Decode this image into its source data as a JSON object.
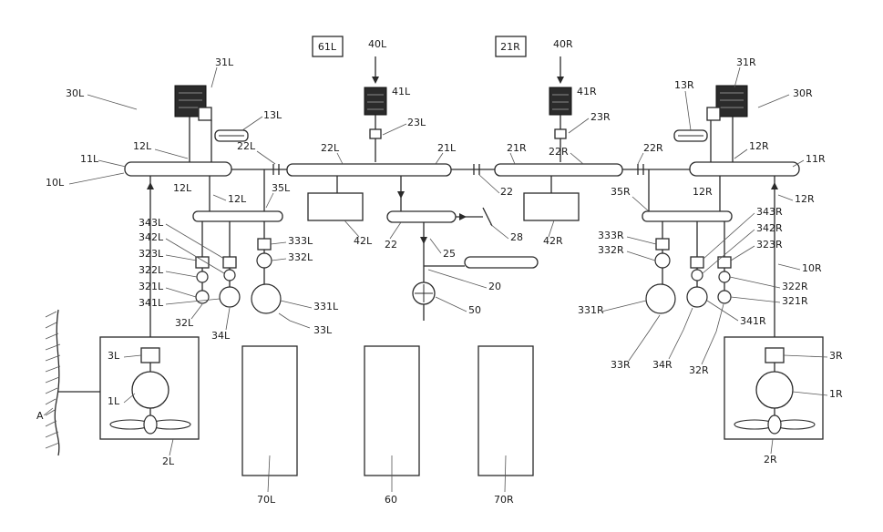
{
  "labels": {
    "box_61l": "61L",
    "box_21r": "21R",
    "l_40l": "40L",
    "l_40r": "40R",
    "l_31l": "31L",
    "l_31r": "31R",
    "l_30l": "30L",
    "l_30r": "30R",
    "l_13l": "13L",
    "l_13r": "13R",
    "l_41l": "41L",
    "l_41r": "41R",
    "l_23l": "23L",
    "l_23r": "23R",
    "l_21l": "21L",
    "l_21r": "21R",
    "l_22l_a": "22L",
    "l_22l_b": "22L",
    "l_22r_a": "22R",
    "l_22r_b": "22R",
    "l_12l_top": "12L",
    "l_12l_a": "12L",
    "l_12l_b": "12L",
    "l_12r_top": "12R",
    "l_12r_a": "12R",
    "l_12r_b": "12R",
    "l_11l": "11L",
    "l_11r": "11R",
    "l_10l": "10L",
    "l_10r": "10R",
    "l_35l": "35L",
    "l_35r": "35R",
    "l_22_a": "22",
    "l_22_b": "22",
    "l_42l": "42L",
    "l_42r": "42R",
    "l_28": "28",
    "l_25": "25",
    "l_20": "20",
    "l_50": "50",
    "l_343l": "343L",
    "l_342l": "342L",
    "l_323l": "323L",
    "l_322l": "322L",
    "l_321l": "321L",
    "l_341l": "341L",
    "l_333l": "333L",
    "l_332l": "332L",
    "l_331l": "331L",
    "l_32l": "32L",
    "l_34l": "34L",
    "l_33l": "33L",
    "l_3l": "3L",
    "l_1l": "1L",
    "l_2l": "2L",
    "l_a": "A",
    "l_333r": "333R",
    "l_332r": "332R",
    "l_343r": "343R",
    "l_342r": "342R",
    "l_323r": "323R",
    "l_322r": "322R",
    "l_321r": "321R",
    "l_341r": "341R",
    "l_331r": "331R",
    "l_33r": "33R",
    "l_34r": "34R",
    "l_32r": "32R",
    "l_3r": "3R",
    "l_1r": "1R",
    "l_2r": "2R",
    "l_70l": "70L",
    "l_60": "60",
    "l_70r": "70R"
  },
  "colors": {
    "line": "#2a2a2a",
    "dark_fill": "#2b2b2b",
    "background": "#ffffff"
  }
}
